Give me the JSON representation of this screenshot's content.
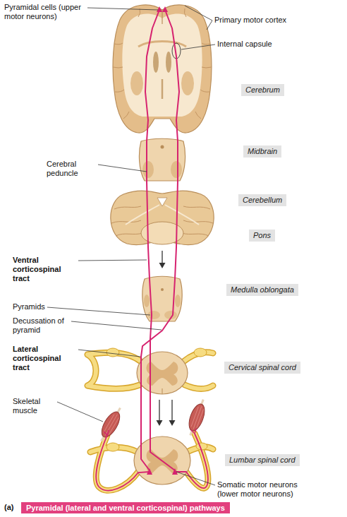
{
  "diagram": {
    "caption": "Pyramidal (lateral and ventral corticospinal) pathways",
    "nodes": [
      {
        "text": [
          "Cerebrum"
        ]
      },
      {
        "text": [
          "Midbrain"
        ]
      },
      {
        "text": [
          "Cerebellum"
        ]
      },
      {
        "text": [
          "Pons"
        ]
      },
      {
        "text": [
          "Medulla oblongata"
        ]
      },
      {
        "text": [
          "Cervical spinal cord"
        ]
      },
      {
        "text": [
          "Lumbar spinal cord"
        ]
      }
    ],
    "labels": [
      "Pyramidal cells (upper motor neurons)",
      "Primary motor cortex",
      "Internal capsule",
      "Cerebral peduncle",
      "Ventral corticospinal tract",
      "Pyramids",
      "Decussation of pyramid",
      "Lateral corticospinal tract",
      "Skeletal muscle",
      "Somatic motor neurons (lower motor neurons)",
      "(a)"
    ]
  }
}
